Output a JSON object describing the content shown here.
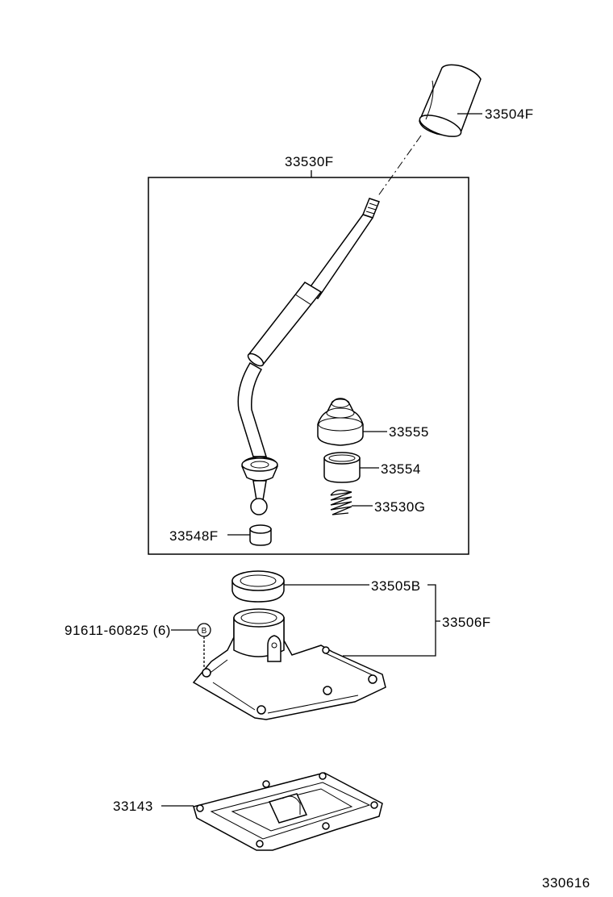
{
  "parts": {
    "knob": "33504F",
    "lever_assy": "33530F",
    "boot": "33555",
    "bushing": "33554",
    "spring": "33530G",
    "seat": "33548F",
    "cover_seal": "33505B",
    "retainer_assy": "33506F",
    "bolt": "91611-60825 (6)",
    "bolt_marker": "B",
    "lower_cover": "33143"
  },
  "figure_code": "330616"
}
